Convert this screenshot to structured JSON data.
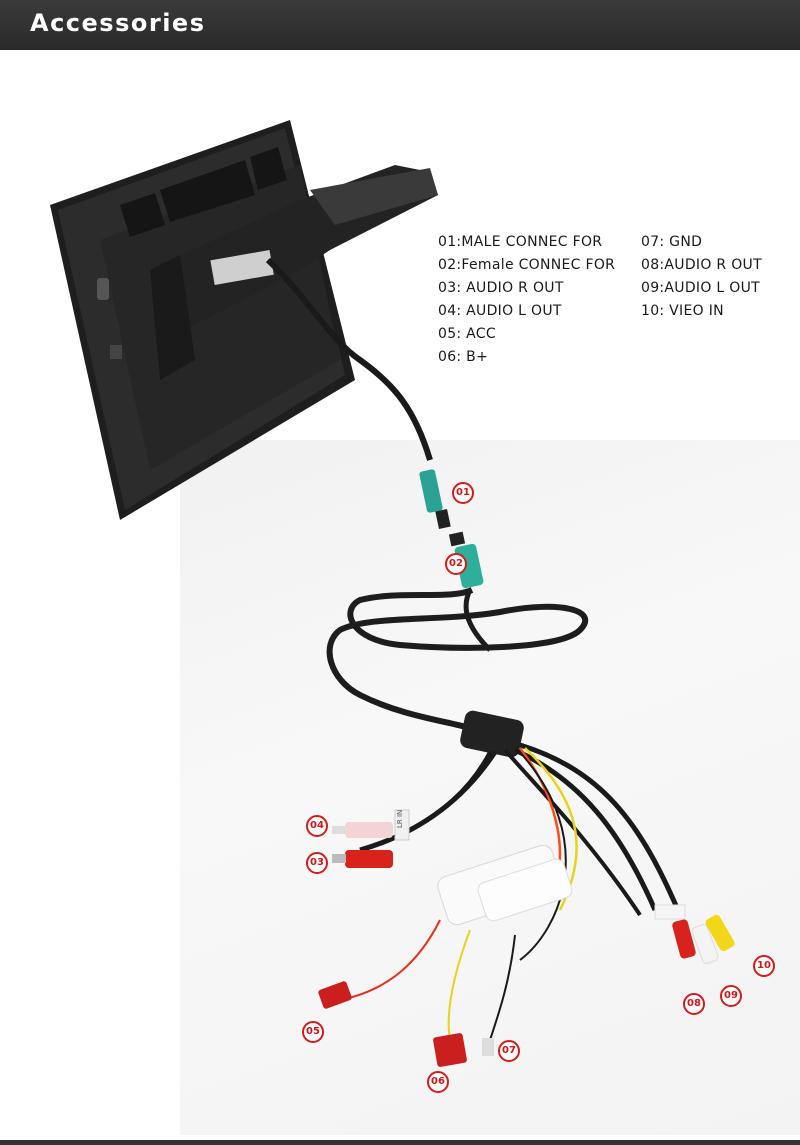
{
  "header": {
    "title": "Accessories"
  },
  "legend": {
    "left": [
      "01:MALE CONNEC FOR",
      "02:Female CONNEC FOR",
      "03: AUDIO R OUT",
      "04: AUDIO L OUT",
      "05: ACC",
      "06: B+"
    ],
    "right": [
      "07: GND",
      "08:AUDIO R OUT",
      "09:AUDIO L OUT",
      "10: VIEO IN"
    ]
  },
  "callouts": [
    "01",
    "02",
    "03",
    "04",
    "05",
    "06",
    "07",
    "08",
    "09",
    "10"
  ],
  "cable_tag": "LR IN",
  "colors": {
    "callout_red": "#d21c1c",
    "header_bg": "#333333"
  }
}
